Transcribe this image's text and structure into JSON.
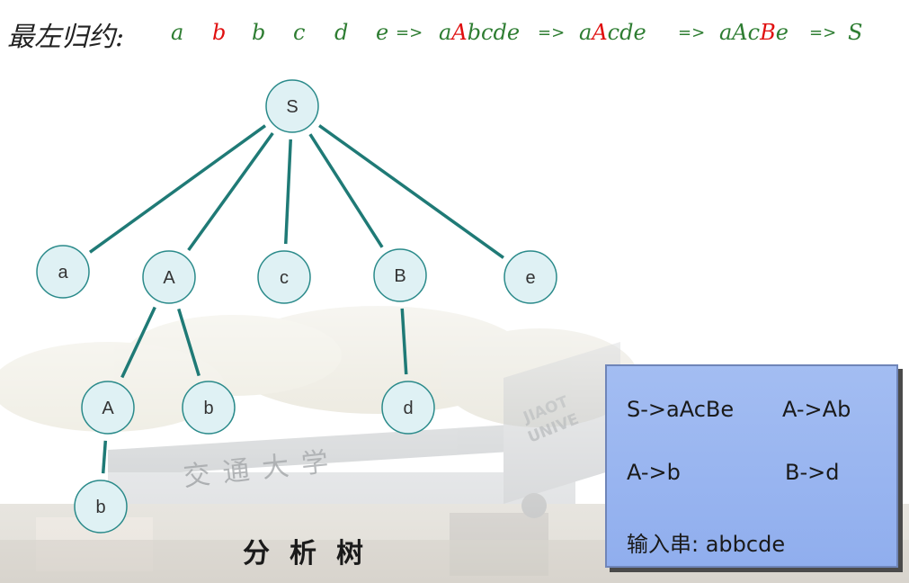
{
  "title": {
    "label": "最左归约:",
    "tokens": [
      {
        "text": "a",
        "color": "green"
      },
      {
        "text": "b",
        "color": "red"
      },
      {
        "text": "b",
        "color": "green"
      },
      {
        "text": "c",
        "color": "green"
      },
      {
        "text": "d",
        "color": "green"
      },
      {
        "text": "e",
        "color": "green"
      }
    ],
    "arrow": "=>",
    "steps": [
      [
        {
          "text": "a",
          "c": "g"
        },
        {
          "text": "A",
          "c": "r"
        },
        {
          "text": "bcde",
          "c": "g"
        }
      ],
      [
        {
          "text": "a",
          "c": "g"
        },
        {
          "text": "A",
          "c": "r"
        },
        {
          "text": "cde",
          "c": "g"
        }
      ],
      [
        {
          "text": "aAc",
          "c": "g"
        },
        {
          "text": "B",
          "c": "r"
        },
        {
          "text": "e",
          "c": "g"
        }
      ],
      [
        {
          "text": "S",
          "c": "g"
        }
      ]
    ]
  },
  "tree": {
    "nodes": [
      {
        "id": "S",
        "label": "S"
      },
      {
        "id": "a",
        "label": "a"
      },
      {
        "id": "A1",
        "label": "A"
      },
      {
        "id": "c",
        "label": "c"
      },
      {
        "id": "B",
        "label": "B"
      },
      {
        "id": "e",
        "label": "e"
      },
      {
        "id": "A2",
        "label": "A"
      },
      {
        "id": "b1",
        "label": "b"
      },
      {
        "id": "d",
        "label": "d"
      },
      {
        "id": "b2",
        "label": "b"
      }
    ],
    "edges": [
      [
        "S",
        "a"
      ],
      [
        "S",
        "A1"
      ],
      [
        "S",
        "c"
      ],
      [
        "S",
        "B"
      ],
      [
        "S",
        "e"
      ],
      [
        "A1",
        "A2"
      ],
      [
        "A1",
        "b1"
      ],
      [
        "B",
        "d"
      ],
      [
        "A2",
        "b2"
      ]
    ],
    "node_fill": "#dff1f4",
    "node_stroke": "#2a8a8a",
    "edge_color": "#1f7a76"
  },
  "caption": "分析树",
  "grammar": {
    "rule1": "S->aAcBe",
    "rule2": "A->Ab",
    "rule3": "A->b",
    "rule4": "B->d",
    "input": "输入串: abbcde"
  },
  "background": {
    "sign_text": "交通大学",
    "sign_text_2": "JIAOT UNIVE"
  }
}
